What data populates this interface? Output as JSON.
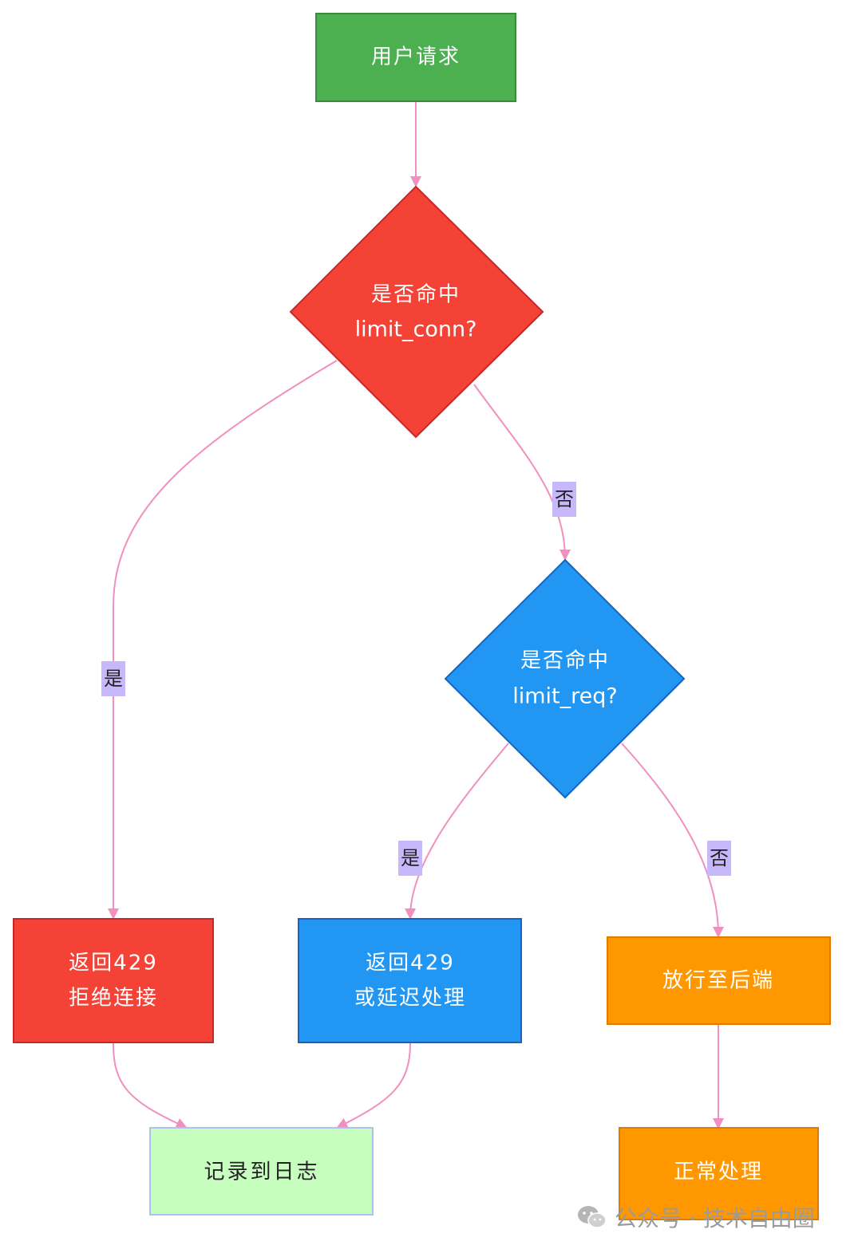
{
  "colors": {
    "green": "#4caf50",
    "red": "#f44336",
    "blue": "#2196f3",
    "orange": "#ff9800",
    "light_green": "#c8fdc0",
    "edge": "#f08fc0",
    "edge_label_bg": "#c7b8fb"
  },
  "nodes": {
    "user_request": {
      "line1": "用户请求"
    },
    "limit_conn_check": {
      "line1": "是否命中",
      "line2": "limit_conn?"
    },
    "limit_req_check": {
      "line1": "是否命中",
      "line2": "limit_req?"
    },
    "reject_conn": {
      "line1": "返回429",
      "line2": "拒绝连接"
    },
    "delay_req": {
      "line1": "返回429",
      "line2": "或延迟处理"
    },
    "pass_backend": {
      "line1": "放行至后端"
    },
    "log": {
      "line1": "记录到日志"
    },
    "normal": {
      "line1": "正常处理"
    }
  },
  "edge_labels": {
    "conn_yes": "是",
    "conn_no": "否",
    "req_yes": "是",
    "req_no": "否"
  },
  "watermark": {
    "icon": "wechat-icon",
    "text": "公众号 · 技术自由圈"
  }
}
